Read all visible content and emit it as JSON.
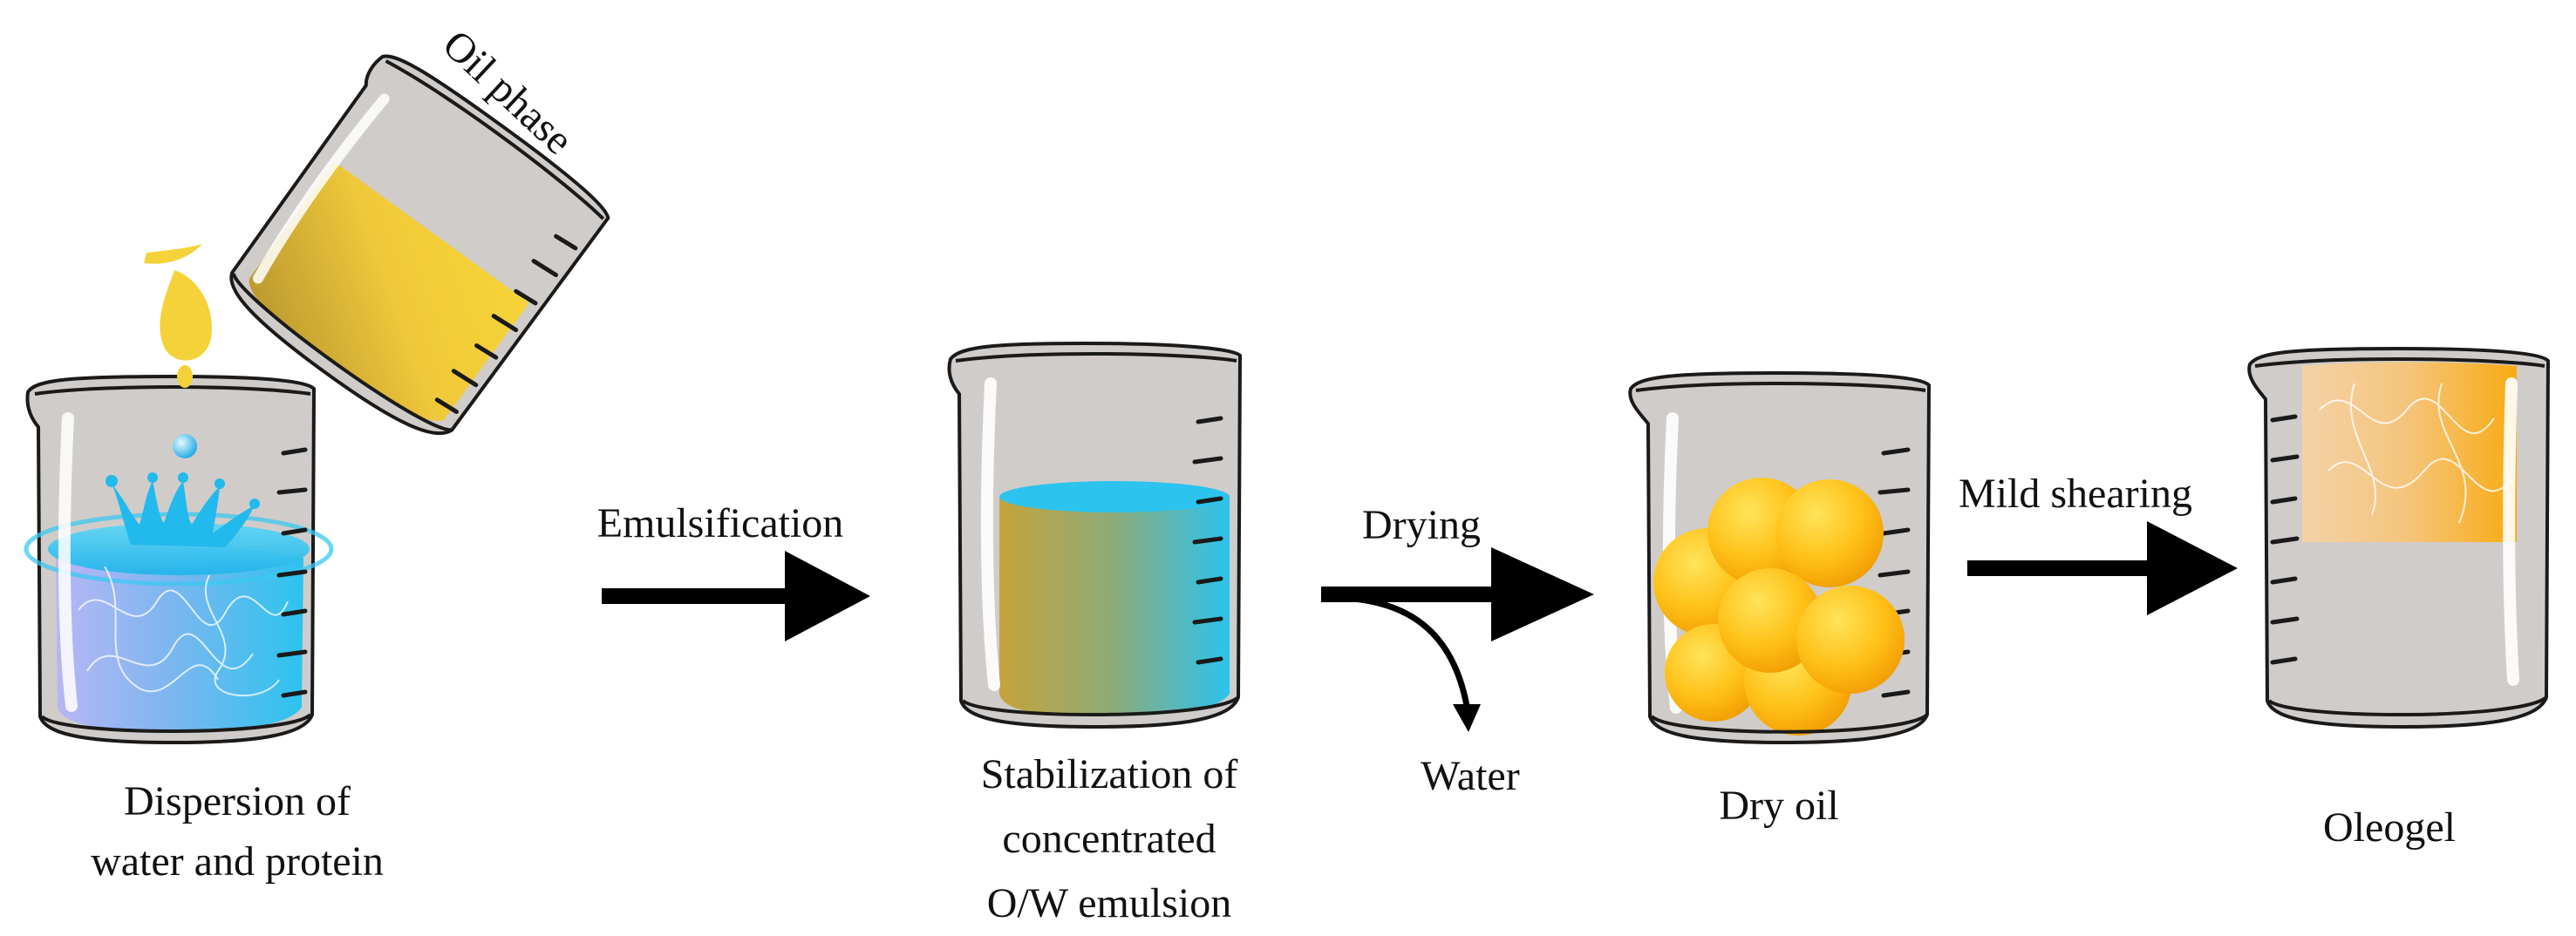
{
  "labels": {
    "oil_phase": "Oil phase",
    "dispersion_line1": "Dispersion of",
    "dispersion_line2": "water and protein",
    "emulsification": "Emulsification",
    "stabilization_line1": "Stabilization of",
    "stabilization_line2": "concentrated",
    "stabilization_line3": "O/W emulsion",
    "drying": "Drying",
    "water": "Water",
    "dry_oil": "Dry oil",
    "mild_shearing": "Mild shearing",
    "oleogel": "Oleogel"
  },
  "colors": {
    "beaker_glass": "#d0ccca",
    "beaker_outline": "#1a1a1a",
    "highlight": "#ffffff",
    "water_blue": "#2ec5ef",
    "water_lavender": "#b4b8f5",
    "oil_yellow": "#f3cf38",
    "oil_dark": "#c2a02f",
    "sphere_orange": "#f5a800",
    "sphere_light": "#ffd84a",
    "gel_orange": "#f8ae1a",
    "gel_cream": "#f3d0a4",
    "arrow": "#000000"
  }
}
